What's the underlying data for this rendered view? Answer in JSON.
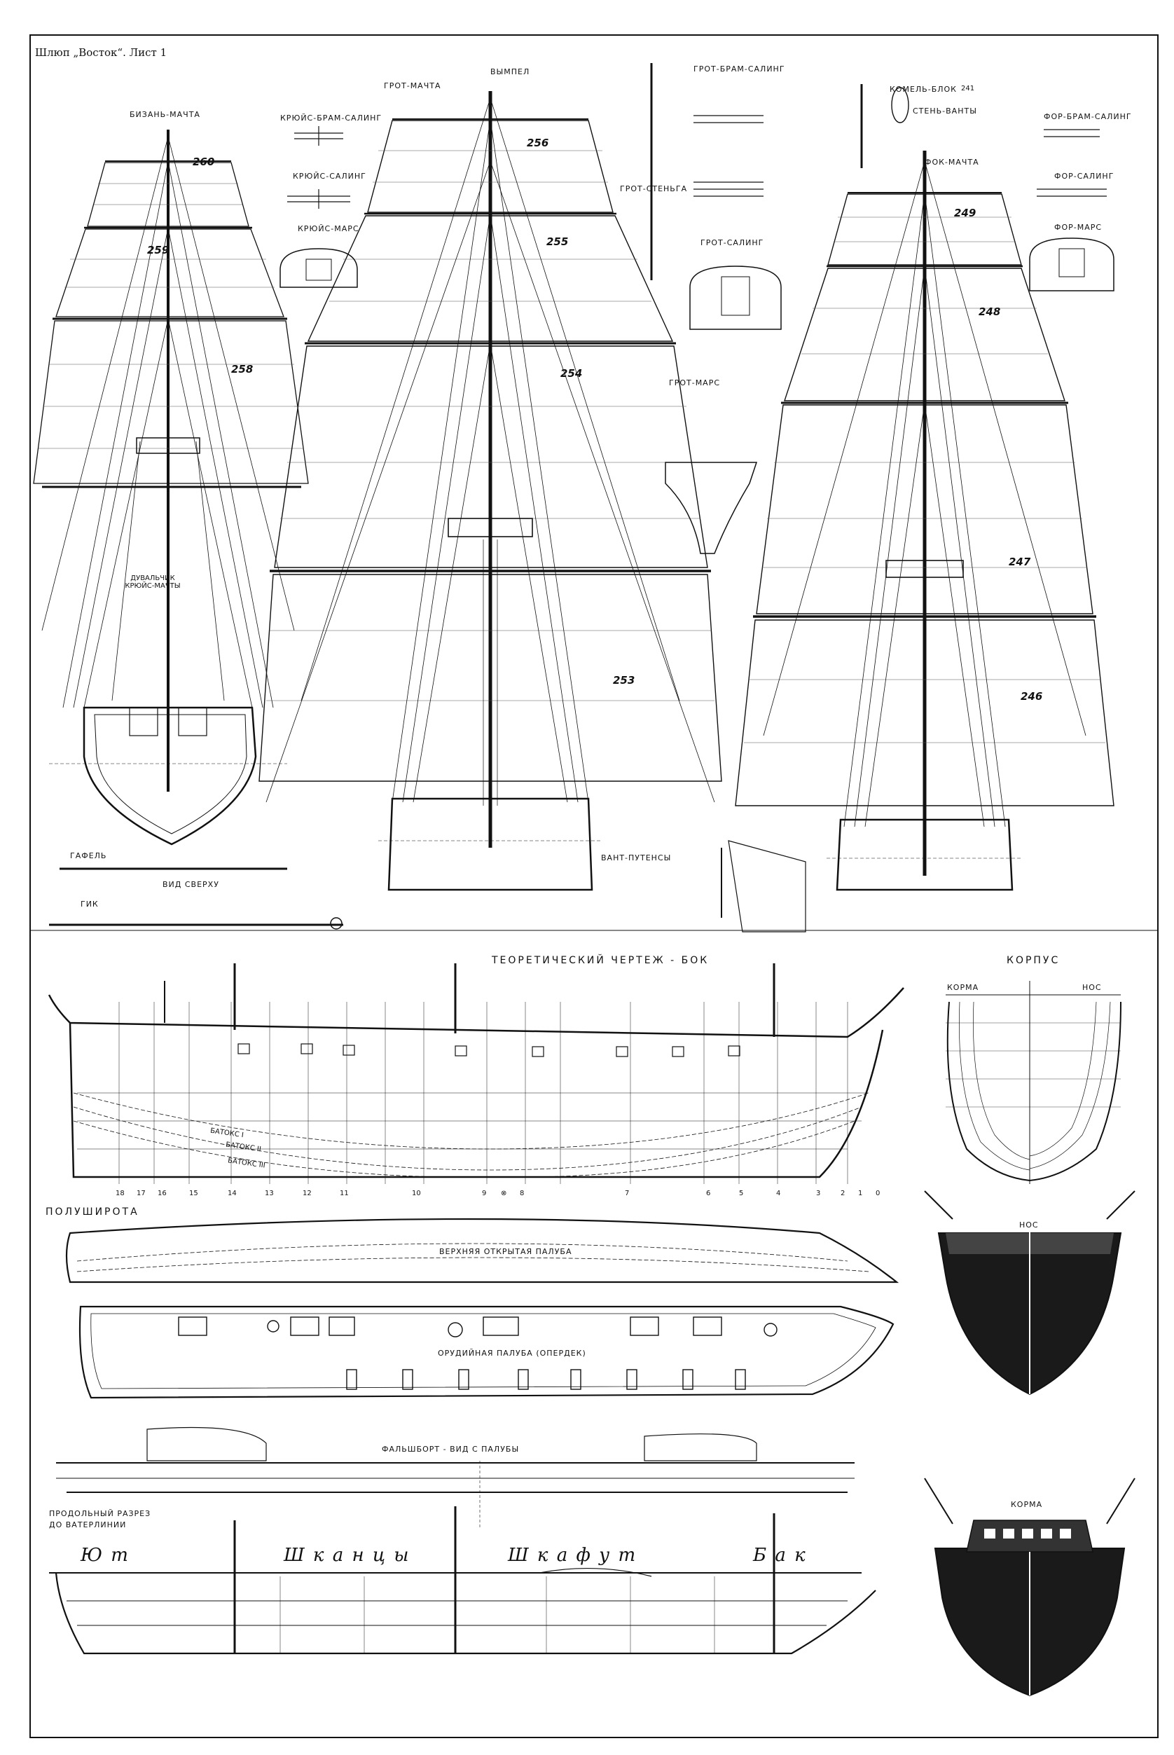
{
  "sheet_title": "Шлюп „Восток“. Лист 1",
  "masts": {
    "mizzen": "БИЗАНЬ-МАЧТА",
    "main": "ГРОТ-МАЧТА",
    "fore": "ФОК-МАЧТА",
    "yards_top": "ВЫМПЕЛ",
    "main_topmast": "ГРОТ-СТЕНЬГА",
    "heel_block": "КОМЕЛЬ-БЛОК",
    "heel_block_no": "241",
    "topmast_shrouds": "СТЕНЬ-ВАНТЫ",
    "main_top": "ГРОТ-МАРС",
    "gaff": "ГАФЕЛЬ",
    "top_view": "ВИД СВЕРХУ",
    "boom": "ГИК",
    "chain_plates": "ВАНТ-ПУТЕНСЫ",
    "davits": "ДУВАЛЬЧИК КРЮЙС-МАЧТЫ"
  },
  "details": {
    "mizzen_tgallant_crosstree": "КРЮЙС-БРАМ-САЛИНГ",
    "mizzen_crosstree": "КРЮЙС-САЛИНГ",
    "mizzen_top": "КРЮЙС-МАРС",
    "main_tgallant_crosstree": "ГРОТ-БРАМ-САЛИНГ",
    "main_crosstree": "ГРОТ-САЛИНГ",
    "fore_tgallant_crosstree": "ФОР-БРАМ-САЛИНГ",
    "fore_crosstree": "ФОР-САЛИНГ",
    "fore_top": "ФОР-МАРС"
  },
  "sails": {
    "mizzen": [
      "260",
      "259",
      "258"
    ],
    "main": [
      "256",
      "255",
      "254",
      "253"
    ],
    "fore": [
      "249",
      "248",
      "247",
      "246"
    ]
  },
  "hull": {
    "side_view_title": "ТЕОРЕТИЧЕСКИЙ ЧЕРТЕЖ - БОК",
    "body_title": "КОРПУС",
    "stern_label": "КОРМА",
    "bow_label": "НОС",
    "half_breadth": "ПОЛУШИРОТА",
    "upper_deck": "ВЕРХНЯЯ ОТКРЫТАЯ ПАЛУБА",
    "gun_deck": "ОРУДИЙНАЯ ПАЛУБА (ОПЕРДЕК)",
    "bulwark_view": "ФАЛЬШБОРТ - ВИД С ПАЛУБЫ",
    "long_section": [
      "ПРОДОЛЬНЫЙ РАЗРЕЗ",
      "ДО ВАТЕРЛИНИИ"
    ],
    "bow_view": "НОС",
    "stern_view": "КОРМА",
    "buttocks": [
      "БАТОКС I",
      "БАТОКС II",
      "БАТОКС III"
    ],
    "stations": [
      "18",
      "17",
      "16",
      "15",
      "14",
      "13",
      "12",
      "11",
      "10",
      "9",
      "8",
      "7",
      "6",
      "5",
      "4",
      "3",
      "2",
      "1",
      "0"
    ],
    "station_mid": "⊗"
  },
  "deck_script": {
    "poop": "Ю т",
    "quarterdeck": "Ш к а н ц ы",
    "waist": "Ш к а ф у т",
    "forecastle": "Б а к"
  }
}
